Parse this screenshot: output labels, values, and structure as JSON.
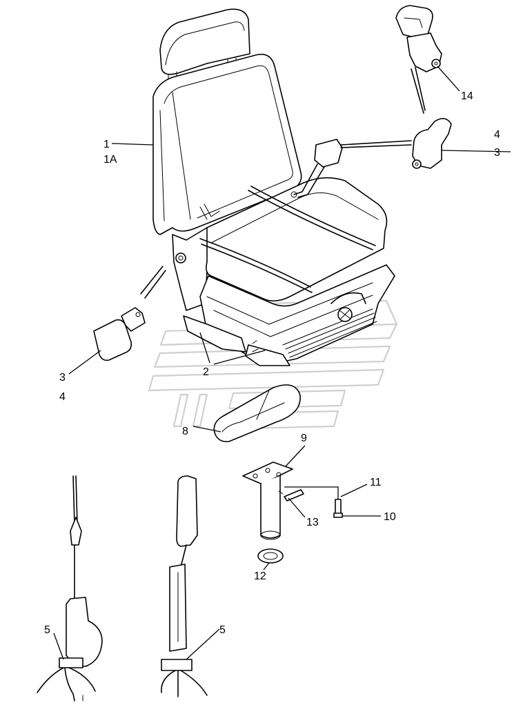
{
  "callouts": {
    "c1": "1",
    "c1a": "1A",
    "c2": "2",
    "c3_left": "3",
    "c4_left": "4",
    "c3_right": "3",
    "c4_right": "4",
    "c14": "14",
    "c8": "8",
    "c9": "9",
    "c10": "10",
    "c11": "11",
    "c12": "12",
    "c13": "13",
    "c5_left": "5",
    "c5_right": "5"
  },
  "colors": {
    "line": "#000000",
    "background": "#ffffff",
    "watermark": "#cfcfcf"
  }
}
